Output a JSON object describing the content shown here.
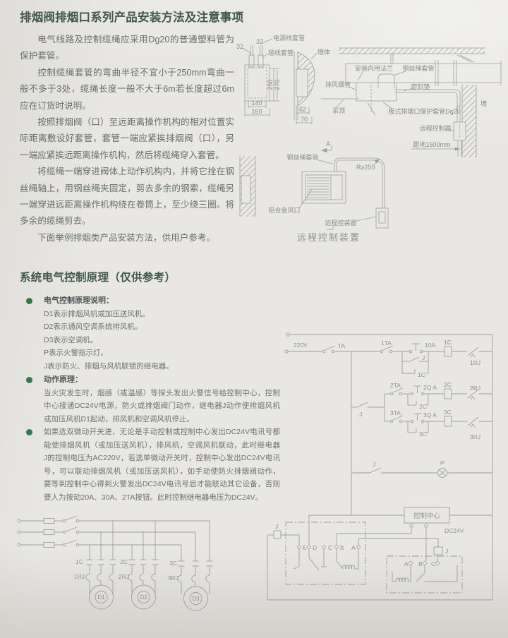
{
  "page": {
    "title": "排烟阀排烟口系列产品安装方法及注意事项",
    "paragraphs": [
      [
        "电气线路及控制缆绳应采用Dg20的普通塑料管为",
        "保护套管。"
      ],
      [
        "控制缆绳套管的弯曲半径不宜小于250mm弯曲一",
        "般不多于3处，缆绳长度一般不大于6m若长度超过6m",
        "应在订货时说明。"
      ],
      [
        "按照排烟阀（口）至远距离操作机构的相对位置实",
        "际距离敷设好套管，套管一端应紧挨排烟阀（口），另",
        "一端应紧挨远距离操作机构，然后将缆绳穿入套管。"
      ],
      [
        "将缆绳一端穿进阀体上动作机构内，并将它拴在钢",
        "丝绳轴上，用钢丝绳夹固定，剪去多余的钢索，缆绳另",
        "一端穿进远距离操作机构绕在卷筒上，至少绕三圈。将",
        "多余的缆绳剪去。"
      ],
      [
        "下面举例排烟类产品安装方法，供用户参考。"
      ]
    ]
  },
  "section2": {
    "title": "系统电气控制原理（仅供参考）",
    "bullet1": {
      "heading": "电气控制原理说明：",
      "lines": [
        "D1表示排烟风机或加压送风机。",
        "D2表示通风空调系统排风机。",
        "D3表示空调机。",
        "P表示火警指示灯。",
        "J表示防火、排烟与风机联锁的继电器。"
      ]
    },
    "bullet2": {
      "heading": "动作原理：",
      "lines": [
        "当火灾发生时，烟感（或温感）等探头发出火警信号给控制中心，控制",
        "中心接通DC24V电源，防火或排烟阀门动作，继电器J动作使排烟风机",
        "或加压风机D1起动，排风机和空调风机停止。"
      ]
    },
    "bullet3": {
      "lines": [
        "如果选双微动开关进，无论是手动控制或控制中心发出DC24V电讯号都",
        "能使排烟风机（或加压送风机），排风机，空调风机联动，此时继电器",
        "J的控制电压为AC220V，若选单微动开关时，控制中心发出DC24V电讯",
        "号，可以联动排烟风机（或加压送风机），如手动使防火排烟阀动作，",
        "要等到控制中心得到火警发出DC24V电讯号后才能联动其它设备，否则",
        "要人为按动20A、30A、2TA按钮。此时控制继电器电压为DC24V。"
      ]
    }
  },
  "diagram_valve": {
    "dim32a": "32",
    "dim32b": "32",
    "label_power_sleeve": "电源线套管",
    "label_cable_sleeve": "缆线套管",
    "dim250": "250",
    "dim270": "270",
    "dim140": "140",
    "dim160": "160",
    "label_wall": "墙体",
    "dim62": "62",
    "dim70": "70"
  },
  "diagram_install": {
    "label_flange": "安装内用法兰",
    "label_wire_rope_sleeve": "钢丝绳套管",
    "label_exhaust_duct": "排风烟管",
    "label_seal_pad": "密封垫",
    "label_ceiling": "吊顶",
    "label_panel_outlet": "板式排烟口",
    "label_protect_sleeve": "保护套管Dg20",
    "label_wall": "墙",
    "label_remote_controller": "远程控制器",
    "label_height": "距地1500mm",
    "view_marker": "A"
  },
  "diagram_remote": {
    "label_wire_rope_sleeve": "钢丝绳套管",
    "label_radius": "R≥250",
    "label_alloy_outlet": "铝合金风口",
    "label_remote_device": "远程控装置",
    "caption": "远程控制装置"
  },
  "circuit": {
    "v220": "220V",
    "ta": "TA",
    "ta1": "1TA",
    "a10": "10A",
    "j_hold": "J",
    "c1_hold": "1C",
    "c1_coil": "1C",
    "rj1": "1RJ",
    "ta2": "2TA",
    "qa2": "2Q A",
    "c2_hold": "2C",
    "c2_coil": "2C",
    "rj2": "2RJ",
    "ta3": "3TA",
    "qa3": "3Q A",
    "c3_hold": "3C",
    "c3_coil": "3C",
    "rj3": "3RJ",
    "j_switch": "J",
    "j_contact": "J",
    "p_lamp": "P",
    "control_center": "控制中心",
    "dc24": "DC24V",
    "terms_left": [
      "E",
      "D",
      "C",
      "B",
      "A"
    ],
    "terms_right": [
      "A",
      "B",
      "C"
    ],
    "j_relay_left": "J",
    "j_relay_right": "J"
  },
  "motor_circuit": {
    "c1": "1C",
    "rj1": "1RJ",
    "c2": "2C",
    "rj2": "2RJ",
    "c3": "3C",
    "rj3": "3RJ",
    "d1": "D1",
    "d2": "D2",
    "d3": "D3"
  }
}
